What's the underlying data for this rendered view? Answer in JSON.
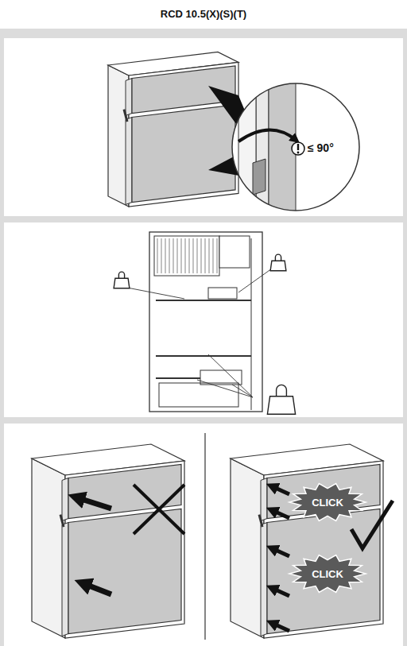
{
  "diagram": {
    "title": "RCD 10.5(X)(S)(T)",
    "nodes": [
      {
        "text": [
          "CLICK"
        ]
      },
      {
        "text": [
          "CLICK"
        ]
      }
    ],
    "labels": [
      "≤ 90°"
    ]
  }
}
